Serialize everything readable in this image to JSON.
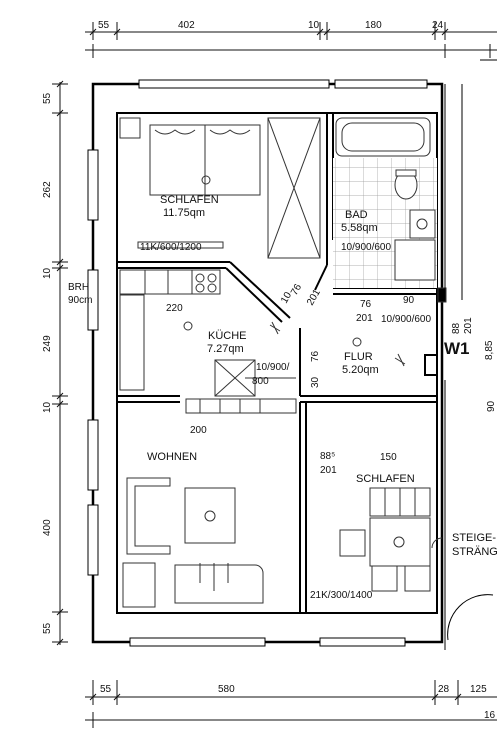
{
  "top_dimensions": [
    "55",
    "402",
    "10",
    "180",
    "24"
  ],
  "left_dimensions": [
    "55",
    "262",
    "10",
    "249",
    "10",
    "400",
    "55"
  ],
  "bottom_dimensions": [
    "55",
    "580",
    "28",
    "125",
    "16"
  ],
  "right_marks": [
    "8,85",
    "90"
  ],
  "rooms": {
    "bedroom_top": {
      "name": "SCHLAFEN",
      "area": "11.75qm",
      "window": "11K/600/1200"
    },
    "bath": {
      "name": "BAD",
      "area": "5.58qm",
      "window": "10/900/600"
    },
    "kitchen": {
      "name": "KÜCHE",
      "area": "7.27qm",
      "width": "220",
      "window": "10/900/",
      "window2": "800"
    },
    "hall": {
      "name": "FLUR",
      "area": "5.20qm",
      "door_a": "76",
      "door_a2": "201",
      "door_b": "90",
      "door_b2": "10/900/600",
      "door_c": "88",
      "door_c2": "201"
    },
    "living": {
      "name": "WOHNEN",
      "width": "200"
    },
    "bedroom_bottom": {
      "name": "SCHLAFEN",
      "door": "88⁵",
      "door2": "201",
      "width": "150",
      "window": "21K/300/1400"
    }
  },
  "misc": {
    "brh": "BRH",
    "brh_value": "90cm",
    "door_kitchen_1": "10",
    "door_kitchen_2": "76",
    "door_kitchen_3": "201",
    "door_vertical_1": "76",
    "door_vertical_2": "30",
    "stair_1": "STEIGE-",
    "stair_2": "STRÄNG",
    "wall_marker": "W1"
  }
}
